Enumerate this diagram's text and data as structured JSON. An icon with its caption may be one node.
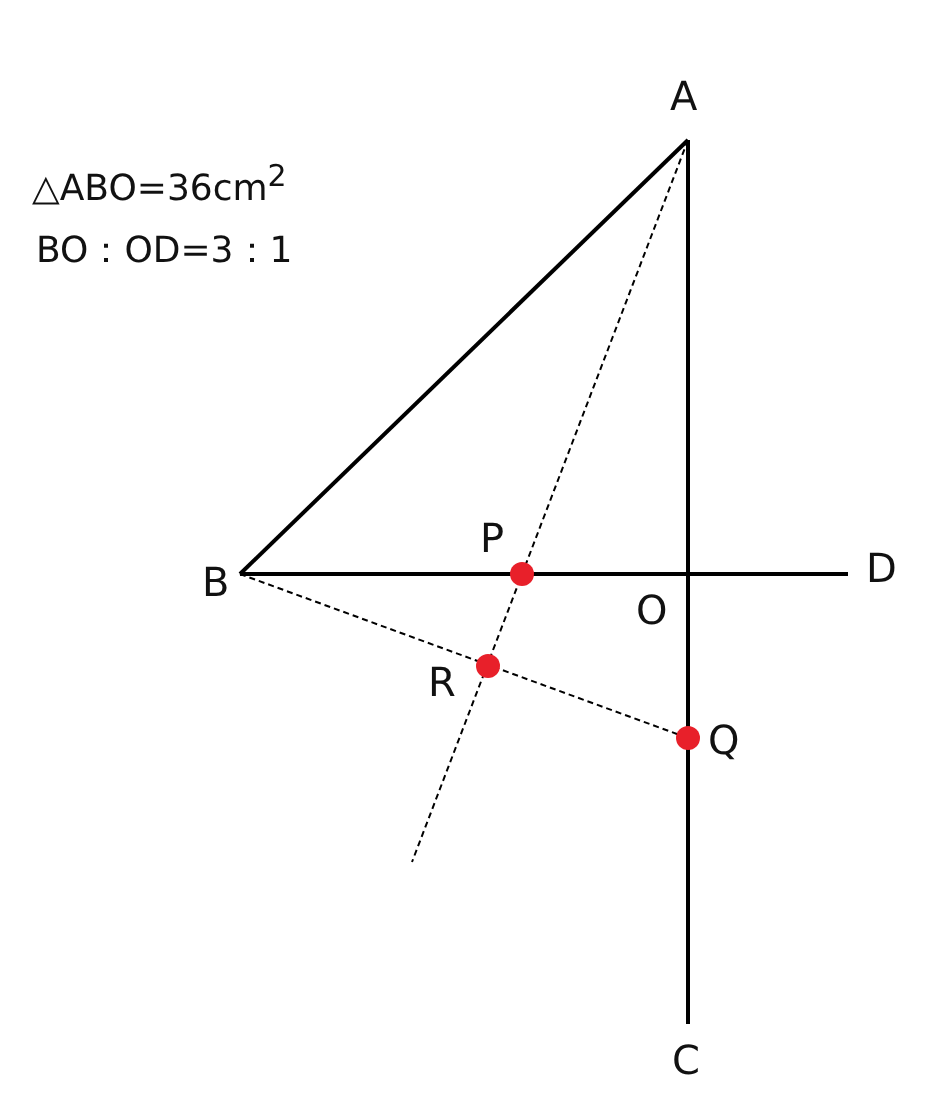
{
  "diagram": {
    "labels": [
      "A",
      "△ABO=36cm$^{2}$",
      "BO：OD=3：1",
      "P",
      "B",
      "D",
      "O",
      "R",
      "Q",
      "C"
    ]
  }
}
